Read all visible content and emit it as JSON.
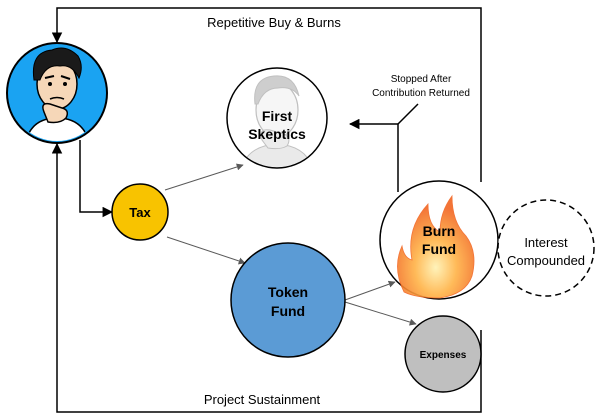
{
  "labels": {
    "top_loop": "Repetitive Buy & Burns",
    "bottom_loop": "Project Sustainment",
    "stopped_line1": "Stopped After",
    "stopped_line2": "Contribution Returned"
  },
  "nodes": {
    "tax": "Tax",
    "first_skeptics_line1": "First",
    "first_skeptics_line2": "Skeptics",
    "token_fund_line1": "Token",
    "token_fund_line2": "Fund",
    "burn_fund_line1": "Burn",
    "burn_fund_line2": "Fund",
    "interest_line1": "Interest",
    "interest_line2": "Compounded",
    "expenses": "Expenses"
  },
  "colors": {
    "investor_bg": "#1aa3f2",
    "tax": "#f8c300",
    "token_fund": "#5b9bd5",
    "expenses": "#bfbfbf",
    "line": "#000000",
    "arrow_grey": "#595959"
  },
  "icons": {
    "investor": "thinking-man-icon",
    "skeptic": "thinking-man-sketch-icon",
    "burn": "flame-icon"
  }
}
